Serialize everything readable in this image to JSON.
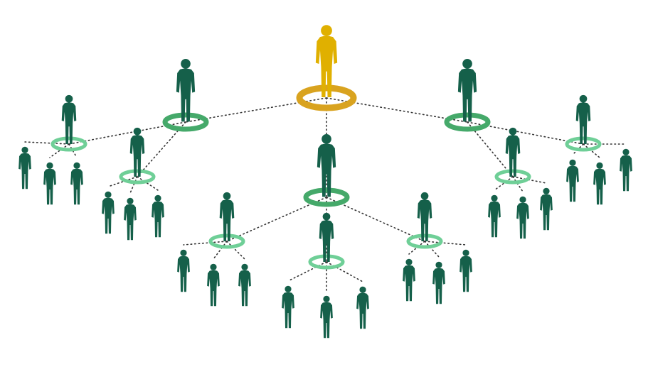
{
  "colors": {
    "leader": "#e0b000",
    "leader_ring": "#d9a31f",
    "person": "#15604a",
    "ring_level1": "#45a96a",
    "ring_level2": "#6fcf97",
    "connector": "#333333",
    "background": "#ffffff"
  },
  "tree": {
    "role": "leader",
    "children": [
      {
        "role": "manager",
        "children": [
          {
            "role": "lead",
            "children": [
              {
                "role": "member"
              },
              {
                "role": "member"
              },
              {
                "role": "member"
              }
            ]
          },
          {
            "role": "lead",
            "children": [
              {
                "role": "member"
              },
              {
                "role": "member"
              },
              {
                "role": "member"
              }
            ]
          }
        ]
      },
      {
        "role": "manager",
        "children": [
          {
            "role": "lead",
            "children": [
              {
                "role": "member"
              },
              {
                "role": "member"
              },
              {
                "role": "member"
              }
            ]
          },
          {
            "role": "lead",
            "children": [
              {
                "role": "member"
              },
              {
                "role": "member"
              },
              {
                "role": "member"
              }
            ]
          },
          {
            "role": "lead",
            "children": [
              {
                "role": "member"
              },
              {
                "role": "member"
              },
              {
                "role": "member"
              }
            ]
          }
        ]
      },
      {
        "role": "manager",
        "children": [
          {
            "role": "lead",
            "children": [
              {
                "role": "member"
              },
              {
                "role": "member"
              },
              {
                "role": "member"
              }
            ]
          },
          {
            "role": "lead",
            "children": [
              {
                "role": "member"
              },
              {
                "role": "member"
              },
              {
                "role": "member"
              }
            ]
          }
        ]
      }
    ]
  }
}
